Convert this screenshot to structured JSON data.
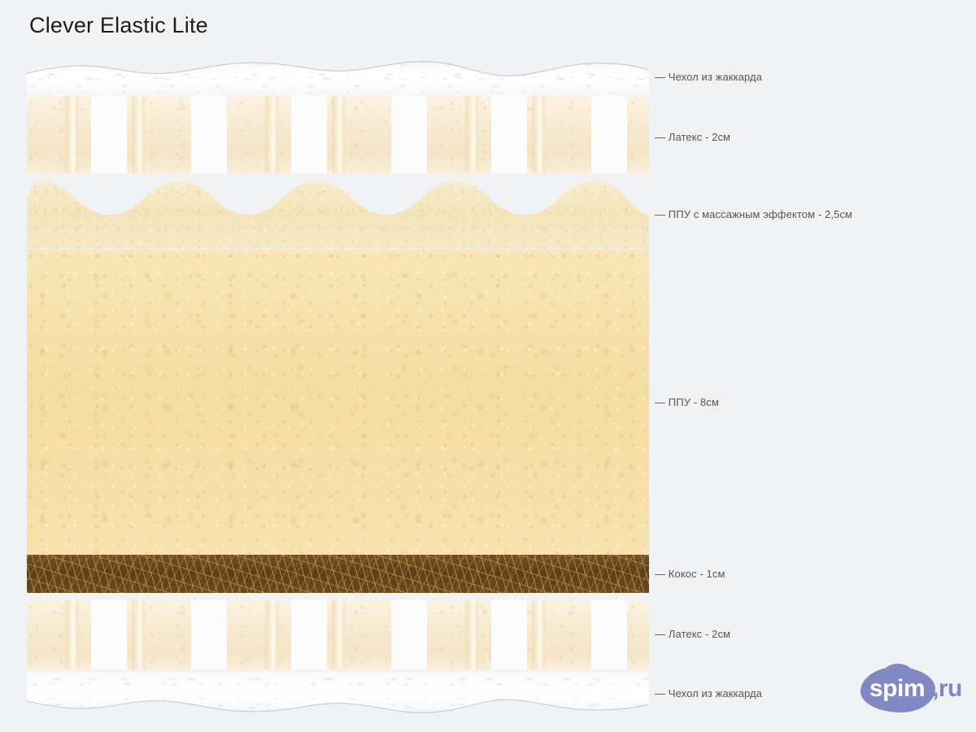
{
  "page": {
    "title": "Clever Elastic Lite",
    "background_color": "#f1f2f4",
    "text_color": "#555555",
    "title_color": "#1c1c1c"
  },
  "diagram": {
    "type": "mattress-cross-section",
    "layers": [
      {
        "key": "cover_top",
        "label": "— Чехол из жаккарда",
        "material": "Чехол из жаккарда",
        "thickness": "",
        "texture": "jacquard-quilted-white",
        "color": "#fdfdfd"
      },
      {
        "key": "latex_top",
        "label": "— Латекс - 2см",
        "material": "Латекс",
        "thickness": "2см",
        "texture": "latex-perforated-cream",
        "color": "#f6ead0"
      },
      {
        "key": "ppu_massage",
        "label": "— ППУ с массажным эффектом - 2,5см",
        "material": "ППУ с массажным эффектом",
        "thickness": "2,5см",
        "texture": "wave-profiled-foam",
        "color": "#f5e8c3"
      },
      {
        "key": "ppu_core",
        "label": "— ППУ - 8см",
        "material": "ППУ",
        "thickness": "8см",
        "texture": "foam-block-golden",
        "color": "#f6dfa5"
      },
      {
        "key": "coir",
        "label": "— Кокос - 1см",
        "material": "Кокос",
        "thickness": "1см",
        "texture": "coconut-coir-fibres",
        "color": "#6d4a1d"
      },
      {
        "key": "latex_bottom",
        "label": "— Латекс - 2см",
        "material": "Латекс",
        "thickness": "2см",
        "texture": "latex-perforated-cream",
        "color": "#f6ead0"
      },
      {
        "key": "cover_bottom",
        "label": "— Чехол из жаккарда",
        "material": "Чехол из жаккарда",
        "thickness": "",
        "texture": "jacquard-quilted-white",
        "color": "#fdfdfd"
      }
    ]
  },
  "logo": {
    "name": "spim-ru-logo",
    "word_primary": "spim",
    "word_secondary": ",ru",
    "color": "#8189c4"
  }
}
